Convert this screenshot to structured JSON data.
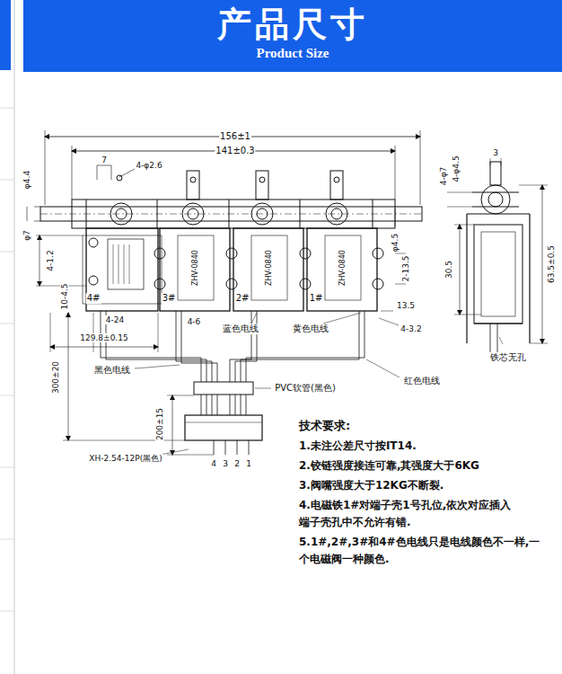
{
  "diagram": {
    "nodes": [
      {
        "text": [
          "产品尺寸",
          "Product Size"
        ]
      }
    ],
    "labels": [
      "156±1",
      "141±0.3",
      "7",
      "4-φ2.6",
      "φ4.4",
      "φ7",
      "4-1.2",
      "10-4.5",
      "4-24",
      "4-6",
      "129.8±0.15",
      "2-13.5",
      "13.5",
      "4-3.2",
      "φ4.5",
      "4#",
      "3#",
      "2#",
      "1#",
      "ZHV-0840",
      "ZHV-0840",
      "ZHV-0840",
      "蓝色电线",
      "黄色电线",
      "黑色电线",
      "红色电线",
      "PVC软管(黑色)",
      "300±20",
      "200±15",
      "XH-2.54-12P(黑色)",
      "4",
      "3",
      "2",
      "1",
      "3",
      "4-φ7",
      "4-φ4.5",
      "30.5",
      "63.5±0.5",
      "铁芯无孔",
      "技术要求:",
      "1.未注公差尺寸按IT14.",
      "2.铰链强度接连可靠,其强度大于6KG",
      "3.阀嘴强度大于12KG不断裂.",
      "4.电磁铁1#对端子壳1号孔位,依次对应插入",
      "端子壳孔中不允许有错.",
      "5.1#,2#,3#和4#色电线只是电线颜色不一样,一",
      "个电磁阀一种颜色."
    ]
  }
}
